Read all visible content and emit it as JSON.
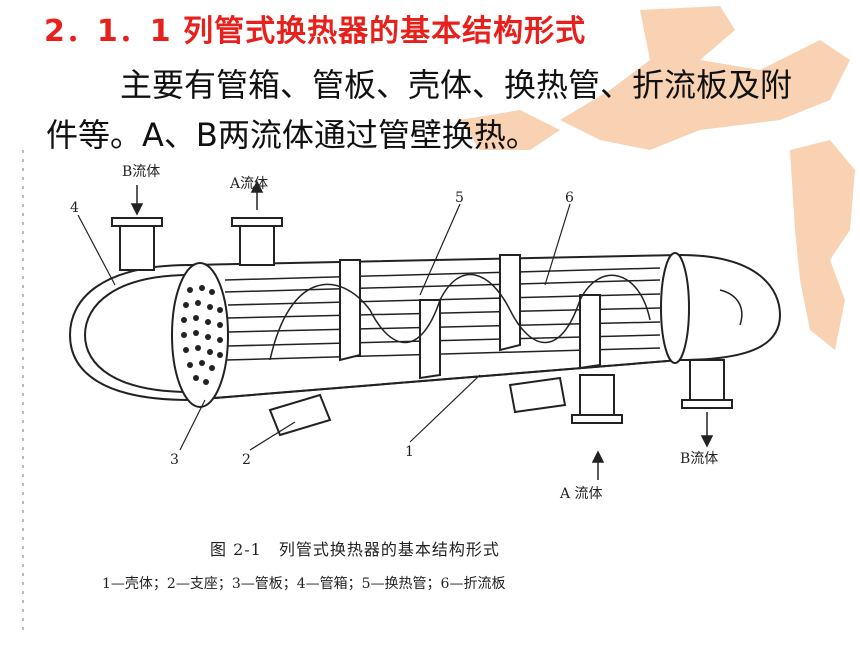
{
  "heading": "2．1．1 列管式换热器的基本结构形式",
  "paragraph": "主要有管箱、管板、壳体、换热管、折流板及附件等。A、B两流体通过管壁换热。",
  "figure": {
    "flow_labels": {
      "b_in": "B流体",
      "a_out": "A流体",
      "a_in": "A 流体",
      "b_out": "B流体"
    },
    "part_numbers": {
      "shell": "1",
      "support": "2",
      "tube_sheet": "3",
      "tube_box": "4",
      "tubes": "5",
      "baffle": "6"
    },
    "caption_title": "图 2-1　列管式换热器的基本结构形式",
    "caption_legend": "1—壳体；2—支座；3—管板；4—管箱；5—换热管；6—折流板"
  },
  "colors": {
    "heading": "#e8201c",
    "watermark": "#f6c39a"
  }
}
